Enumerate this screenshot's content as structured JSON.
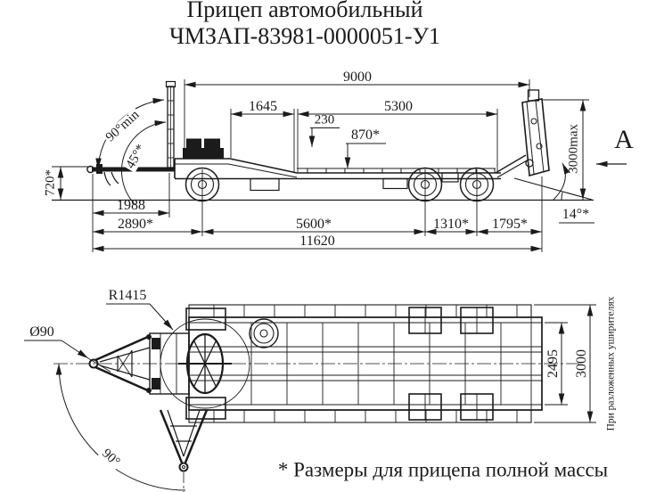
{
  "title": {
    "line1": "Прицеп автомобильный",
    "line2": "ЧМЗАП-83981-0000051-У1"
  },
  "side_view": {
    "view_label": "А",
    "dims": {
      "overall_top": "9000",
      "front_deck": "1645",
      "main_deck": "5300",
      "step": "230",
      "deck_height": "870*",
      "overall_height": "3000max",
      "coupling_height": "720*",
      "drawbar_length": "1988",
      "front_axle": "2890*",
      "wheelbase": "5600*",
      "tandem": "1310*",
      "rear_overhang": "1795*",
      "overall_length": "11620",
      "ramp_angle": "14°*",
      "drawbar_raised_angle": "90°min",
      "drawbar_tilt_angle": "45°*"
    }
  },
  "top_view": {
    "dims": {
      "swing_radius": "R1415",
      "eye_diameter": "Ø90",
      "swing_angle": "90°",
      "platform_width": "2495",
      "overall_width": "3000"
    },
    "side_note": "При разложенных уширителях"
  },
  "footnote": "* Размеры для прицепа полной массы",
  "colors": {
    "ink": "#1b1b1b",
    "background": "#ffffff"
  }
}
